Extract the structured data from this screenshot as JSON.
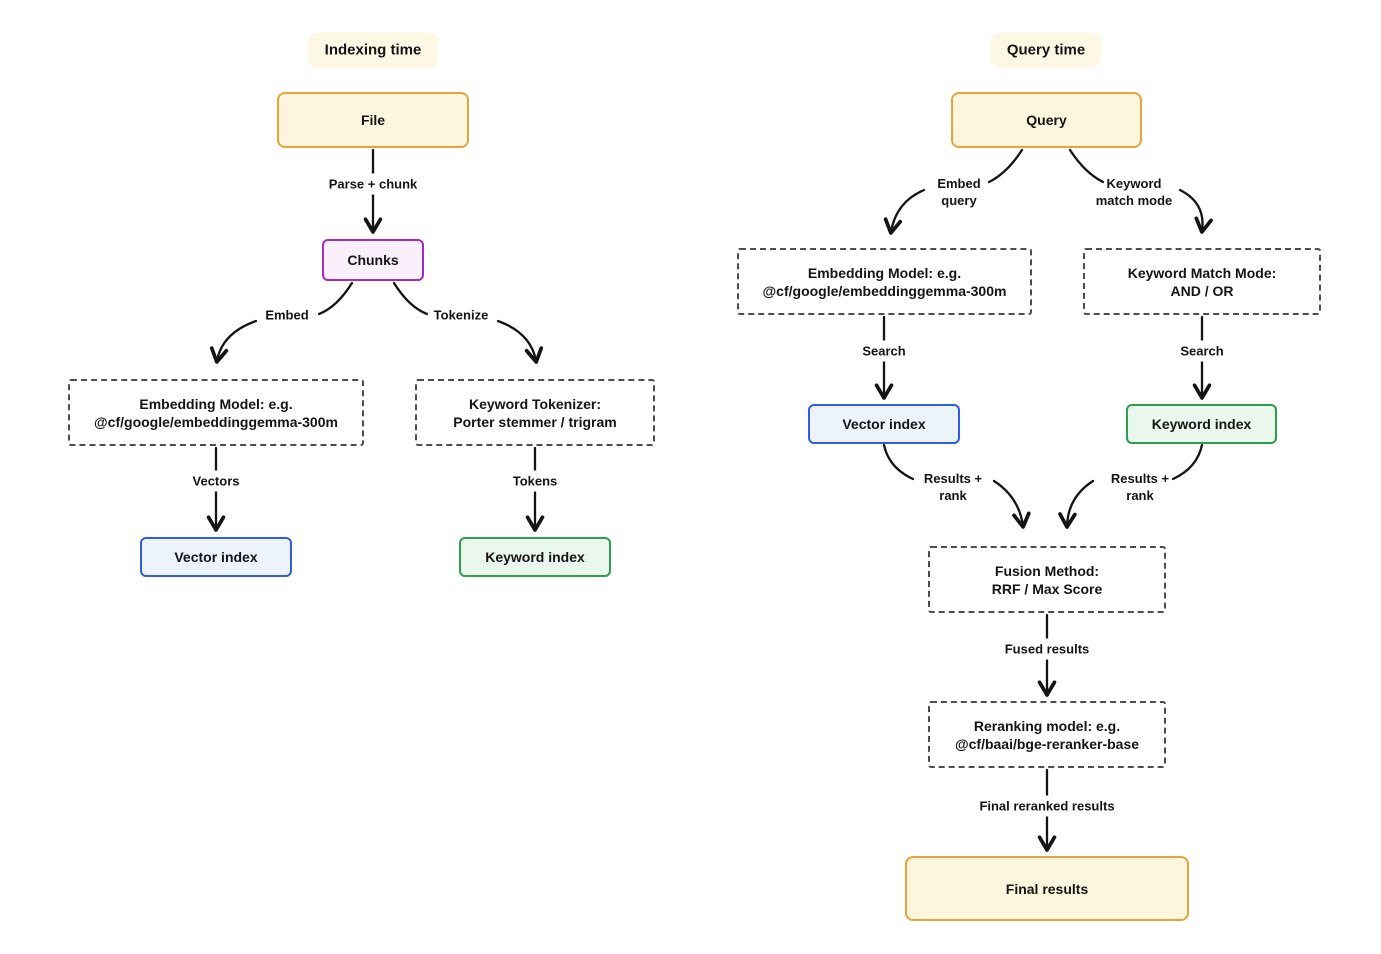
{
  "diagram": {
    "background": "#ffffff",
    "arrow_color": "#141414",
    "accent_colors": {
      "yellow_fill": "#fdf5dc",
      "yellow_border": "#e8a33c",
      "purple_fill": "#f9f0fc",
      "purple_border": "#a32cc4",
      "blue_fill": "#edf3fd",
      "blue_border": "#2f5fe0",
      "green_fill": "#e9f7ed",
      "green_border": "#2f9e4f",
      "dashed_border": "#4d4d4d",
      "header_bg": "#fdf8e4"
    }
  },
  "indexing": {
    "header": "Indexing time",
    "nodes": {
      "file": "File",
      "chunks": "Chunks",
      "embedding_model": {
        "line1": "Embedding Model: e.g.",
        "line2": "@cf/google/embeddinggemma-300m"
      },
      "keyword_tokenizer": {
        "line1": "Keyword Tokenizer:",
        "line2": "Porter stemmer / trigram"
      },
      "vector_index": "Vector index",
      "keyword_index": "Keyword index"
    },
    "edges": {
      "parse_chunk": "Parse + chunk",
      "embed": "Embed",
      "tokenize": "Tokenize",
      "vectors": "Vectors",
      "tokens": "Tokens"
    }
  },
  "query": {
    "header": "Query time",
    "nodes": {
      "query": "Query",
      "embedding_model": {
        "line1": "Embedding Model: e.g.",
        "line2": "@cf/google/embeddinggemma-300m"
      },
      "keyword_match_mode": {
        "line1": "Keyword Match Mode:",
        "line2": "AND / OR"
      },
      "vector_index": "Vector index",
      "keyword_index": "Keyword index",
      "fusion": {
        "line1": "Fusion Method:",
        "line2": "RRF / Max Score"
      },
      "reranker": {
        "line1": "Reranking model: e.g.",
        "line2": "@cf/baai/bge-reranker-base"
      },
      "final_results": "Final results"
    },
    "edges": {
      "embed_query": {
        "line1": "Embed",
        "line2": "query"
      },
      "keyword_match": {
        "line1": "Keyword",
        "line2": "match mode"
      },
      "search_left": "Search",
      "search_right": "Search",
      "results_rank_left": {
        "line1": "Results +",
        "line2": "rank"
      },
      "results_rank_right": {
        "line1": "Results +",
        "line2": "rank"
      },
      "fused_results": "Fused results",
      "final_reranked": "Final reranked results"
    }
  }
}
